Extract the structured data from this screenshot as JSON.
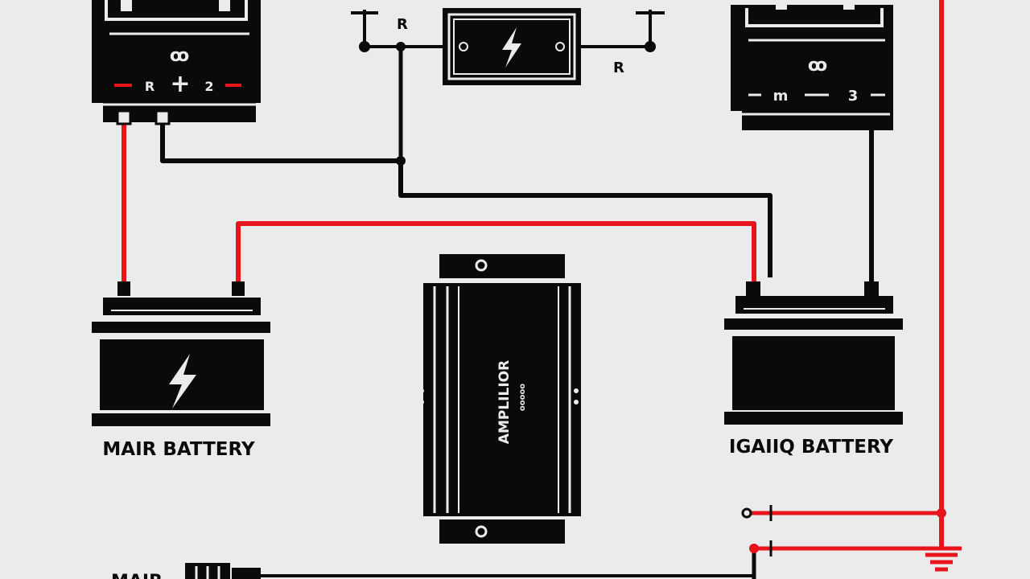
{
  "colors": {
    "background": "#ebebeb",
    "ink": "#0a0a0a",
    "positive_wire": "#e8141b",
    "negative_wire": "#0a0a0a",
    "light": "#ebebeb"
  },
  "top_left_unit": {
    "logo": "ꝏ",
    "left_mark": "R",
    "center_symbol": "+",
    "right_mark": "2"
  },
  "top_right_unit": {
    "logo": "ꝏ",
    "left_mark": "m",
    "right_mark": "3"
  },
  "fuse_block": {
    "symbol_icon": "lightning-bolt-icon",
    "left_label": "R",
    "right_label": "R"
  },
  "main_battery": {
    "label": "MAIR BATTERY",
    "icon": "lightning-bolt-icon"
  },
  "second_battery": {
    "label": "IGAIIQ BATTERY"
  },
  "amplifier": {
    "label": "AMPLILIOR",
    "sublabel": "ooooo"
  },
  "bottom_partial_label": "MAIR"
}
